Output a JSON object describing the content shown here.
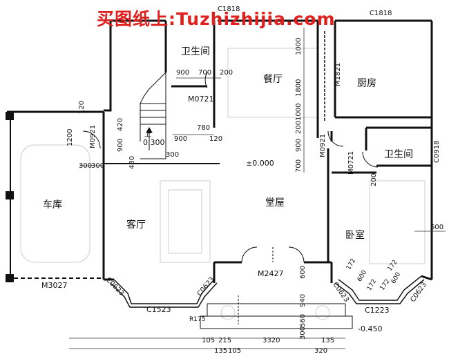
{
  "watermark": "买图纸上:Tuzhizhijia.com",
  "rooms": {
    "garage": "车库",
    "bath_top": "卫生间",
    "dining": "餐厅",
    "kitchen": "厨房",
    "bath_right": "卫生间",
    "living": "客厅",
    "hall": "堂屋",
    "bedroom": "卧室"
  },
  "labels": {
    "c1818_a": "C1818",
    "c1818_b": "C1818",
    "m1821": "M1821",
    "m0721_a": "M0721",
    "m0721_b": "M0721",
    "m0921_a": "M0921",
    "m0921_b": "M0921",
    "c0918": "C0918",
    "m3027": "M3027",
    "m2427": "M2427",
    "c1523": "C1523",
    "c1223": "C1223",
    "c0623_1": "C0623",
    "c0623_2": "C0623",
    "c0623_3": "C0623",
    "c0623_4": "C0623",
    "elev_main": "±0.000",
    "elev_stair": "0.300",
    "elev_out": "-0.450",
    "stair_up": "上",
    "r175": "R175"
  },
  "dims": {
    "d900a": "900",
    "d700a": "700",
    "d200a": "200",
    "d780": "780",
    "d900b": "900",
    "d120a": "120",
    "d120b": "120",
    "d1200": "1200",
    "d420": "420",
    "d900c": "900",
    "d300a": "300",
    "d300b": "300",
    "d480": "480",
    "d300c": "300",
    "d1000a": "1000",
    "d1800": "1800",
    "d1000b": "1000",
    "d900d": "900",
    "d200b": "200",
    "d700b": "700",
    "d200c": "200",
    "d600": "600",
    "d600b": "600",
    "d940": "940",
    "d560": "560",
    "d300d": "300",
    "d172a": "172",
    "d600c": "600",
    "d172b": "172",
    "d172c": "172",
    "d172d": "172",
    "d600d": "600",
    "d105a": "105",
    "d215": "215",
    "d3320": "3320",
    "d135": "135",
    "d135b": "135",
    "d105b": "105",
    "d320": "320"
  }
}
